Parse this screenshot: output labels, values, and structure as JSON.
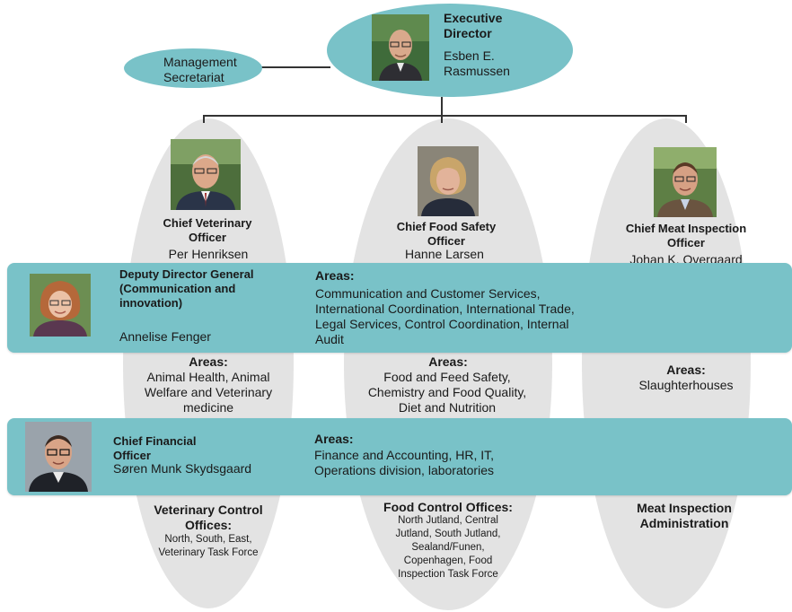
{
  "executive": {
    "title": "Executive Director",
    "name": "Esben E. Rasmussen",
    "photo": "portrait-bald-man-glasses"
  },
  "secretariat": {
    "label": "Management Secretariat"
  },
  "columns": [
    {
      "title": "Chief Veterinary Officer",
      "name": "Per Henriksen",
      "photo": "portrait-grey-haired-man-glasses",
      "areas_label": "Areas:",
      "areas": "Animal Health, Animal Welfare and Veterinary medicine",
      "offices_title": "Veterinary Control Offices:",
      "offices": "North, South, East, Veterinary Task Force"
    },
    {
      "title": "Chief Food Safety Officer",
      "name": "Hanne Larsen",
      "photo": "portrait-blonde-woman",
      "areas_label": "Areas:",
      "areas": "Food and Feed Safety, Chemistry and Food Quality, Diet and Nutrition",
      "offices_title": "Food Control Offices:",
      "offices": "North Jutland, Central Jutland, South Jutland, Sealand/Funen, Copenhagen, Food Inspection Task Force"
    },
    {
      "title": "Chief Meat Inspection Officer",
      "name": "Johan K. Overgaard",
      "photo": "portrait-brown-haired-man-glasses",
      "areas_label": "Areas:",
      "areas": "Slaughterhouses",
      "offices_title": "Meat Inspection Administration",
      "offices": ""
    }
  ],
  "band1": {
    "title": "Deputy Director General (Communication and innovation)",
    "name": "Annelise Fenger",
    "photo": "portrait-red-haired-woman-glasses",
    "areas_label": "Areas:",
    "areas": "Communication and Customer Services, International Coordination, International Trade, Legal Services, Control Coordination, Internal Audit"
  },
  "band2": {
    "title": "Chief Financial Officer",
    "name": "Søren Munk Skydsgaard",
    "photo": "portrait-man-glasses-dark-jacket",
    "areas_label": "Areas:",
    "areas": "Finance and Accounting, HR, IT, Operations division, laboratories"
  },
  "colors": {
    "teal": "#79c2c8",
    "grey": "#e3e3e3",
    "line": "#333333"
  }
}
